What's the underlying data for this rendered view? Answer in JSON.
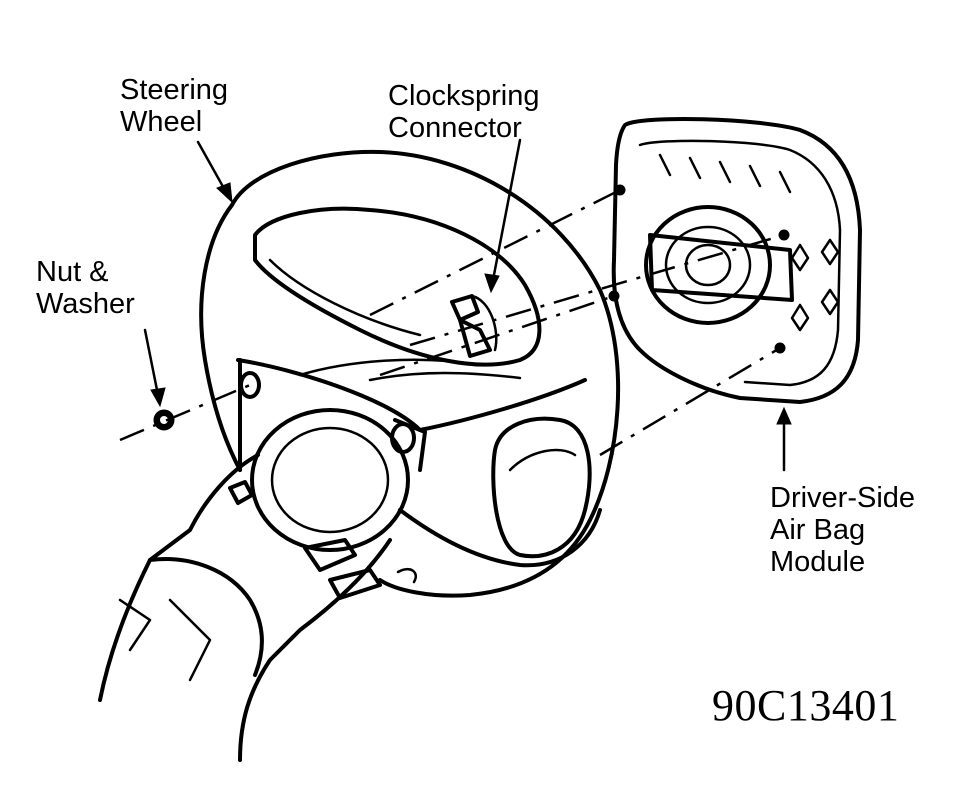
{
  "labels": {
    "steering_wheel": [
      "Steering",
      "Wheel"
    ],
    "clockspring_connector": [
      "Clockspring",
      "Connector"
    ],
    "nut_washer": [
      "Nut &",
      "Washer"
    ],
    "air_bag_module": [
      "Driver-Side",
      "Air Bag",
      "Module"
    ]
  },
  "figure_code": "90C13401"
}
